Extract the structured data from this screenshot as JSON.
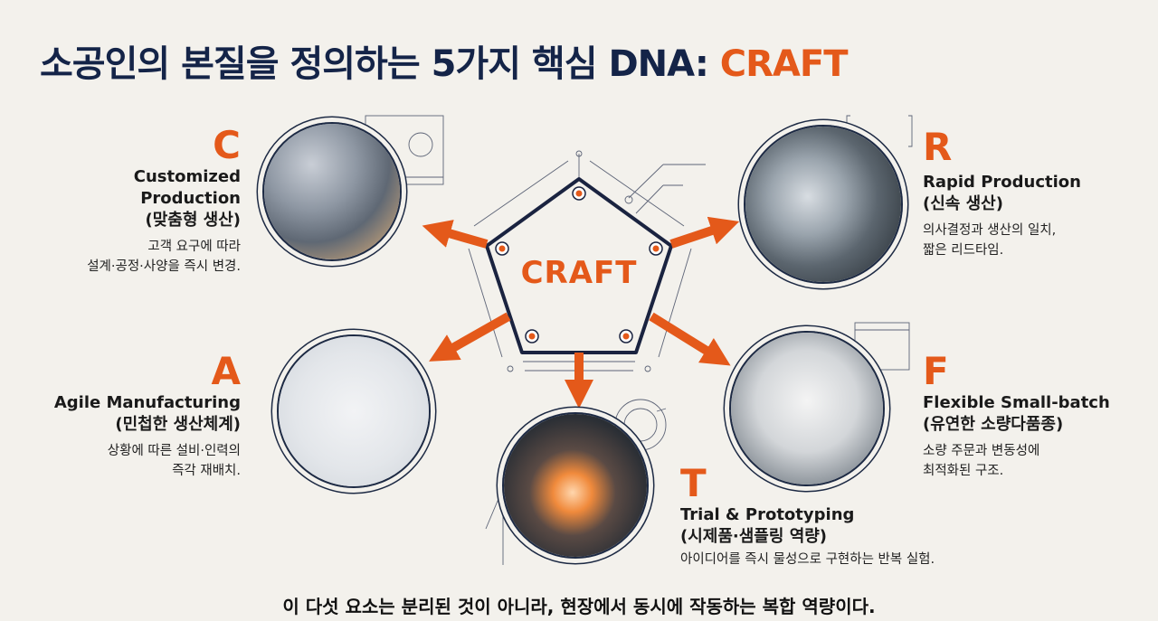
{
  "header": {
    "title_prefix": "소공인의 본질을 정의하는 5가지 핵심 DNA: ",
    "title_accent": "CRAFT"
  },
  "center": {
    "label": "CRAFT"
  },
  "pillars": [
    {
      "letter": "C",
      "en": "Customized Production",
      "en_line1": "Customized",
      "en_line2": "Production",
      "ko": "(맞춤형 생산)",
      "desc_line1": "고객 요구에 따라",
      "desc_line2": "설계·공정·사양을 즉시 변경.",
      "image": "cnc-milling-worker-photo"
    },
    {
      "letter": "R",
      "en": "Rapid Production",
      "ko": "(신속 생산)",
      "desc_line1": "의사결정과 생산의 일치,",
      "desc_line2": "짧은 리드타임.",
      "image": "lathe-turning-photo"
    },
    {
      "letter": "A",
      "en": "Agile Manufacturing",
      "ko": "(민첩한 생산체계)",
      "desc_line1": "상황에 따른 설비·인력의",
      "desc_line2": "즉각 재배치.",
      "image": "robot-conveyor-illustration"
    },
    {
      "letter": "F",
      "en": "Flexible Small-batch",
      "ko": "(유연한 소량다품종)",
      "desc_line1": "소량 주문과 변동성에",
      "desc_line2": "최적화된 구조.",
      "image": "machined-parts-photo"
    },
    {
      "letter": "T",
      "en": "Trial & Prototyping",
      "ko": "(시제품·샘플링 역량)",
      "desc_line1": "아이디어를 즉시 물성으로 구현하는 반복 실험.",
      "image": "3d-printer-photo"
    }
  ],
  "footer": {
    "text": "이 다섯 요소는 분리된 것이 아니라, 현장에서 동시에 작동하는 복합 역량이다."
  },
  "colors": {
    "accent": "#e4591a",
    "navy": "#142448",
    "background": "#f3f1ec"
  }
}
